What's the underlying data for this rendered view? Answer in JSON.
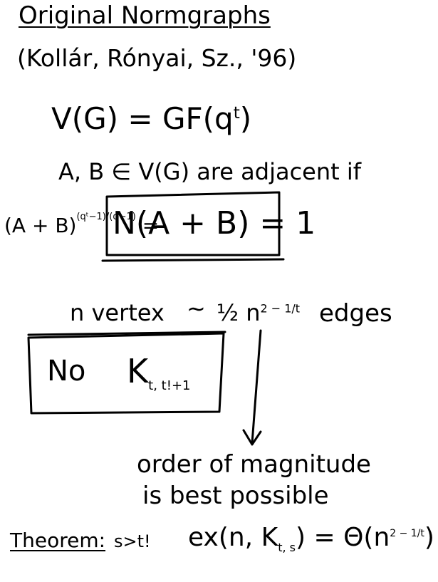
{
  "heading": {
    "title": "Original Normgraphs",
    "authors": "(Kollár, Rónyai, Sz., '96)"
  },
  "definition": {
    "vertex_set": "V(G) = GF(q",
    "vertex_set_exp": "t",
    "vertex_set_close": ")",
    "adjacency_intro": "A, B ∈ V(G) are adjacent if",
    "equivalent_lhs": "(A + B)",
    "equivalent_exp": "(qᵗ−1)/(q−1)",
    "equivalent_eq": "=",
    "norm_condition": "N(A + B) = 1"
  },
  "counting": {
    "vertices": "n vertex",
    "approx": "∼",
    "edges_coeff": "½ n",
    "edges_exp": "2 − 1/t",
    "edges_word": "edges"
  },
  "forbidden": {
    "no_label": "No",
    "k_label": "K",
    "k_sub": "t, t!+1"
  },
  "remark": {
    "line1": "order of magnitude",
    "line2": "is best possible"
  },
  "theorem": {
    "label": "Theorem:",
    "condition": "s>t!",
    "lhs": "ex(n, K",
    "lhs_sub": "t, s",
    "lhs_close": ") = Θ(n",
    "rhs_exp": "2 − 1/t",
    "rhs_close": ")"
  }
}
